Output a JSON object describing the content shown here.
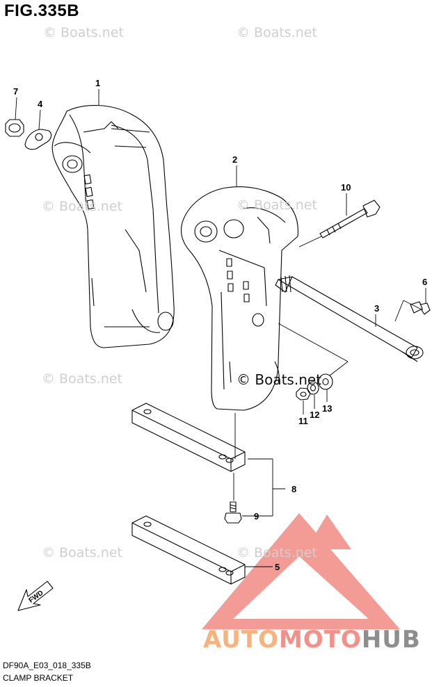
{
  "figure": {
    "title": "FIG.335B",
    "code": "DF90A_E03_018_335B",
    "name": "CLAMP BRACKET"
  },
  "watermark": {
    "text": "© Boats.net"
  },
  "brand": {
    "part1": "AUTO",
    "part2": "MOTO",
    "part3": "HUB"
  },
  "callouts": [
    "1",
    "2",
    "3",
    "4",
    "5",
    "6",
    "7",
    "8",
    "9",
    "10",
    "11",
    "12",
    "13"
  ],
  "fwd_label": "FWD",
  "colors": {
    "line": "#000000",
    "watermark": "#cfcfcf",
    "logo_red": "#f07b72",
    "brand_orange": "#f7b37e",
    "brand_pink": "#f39088",
    "brand_gray": "#8e8e8e"
  }
}
